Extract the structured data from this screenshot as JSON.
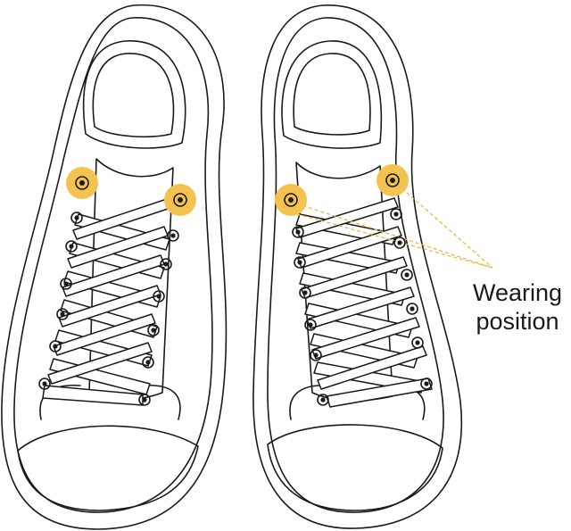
{
  "callout": {
    "line1": "Wearing",
    "line2": "position"
  },
  "colors": {
    "highlight": "#F3C24F",
    "outline": "#1a1a1a",
    "leader_line": "#E8B84A"
  },
  "shoes": [
    {
      "name": "left-shoe",
      "highlighted_eyelets": "top pair"
    },
    {
      "name": "right-shoe",
      "highlighted_eyelets": "top pair"
    }
  ]
}
